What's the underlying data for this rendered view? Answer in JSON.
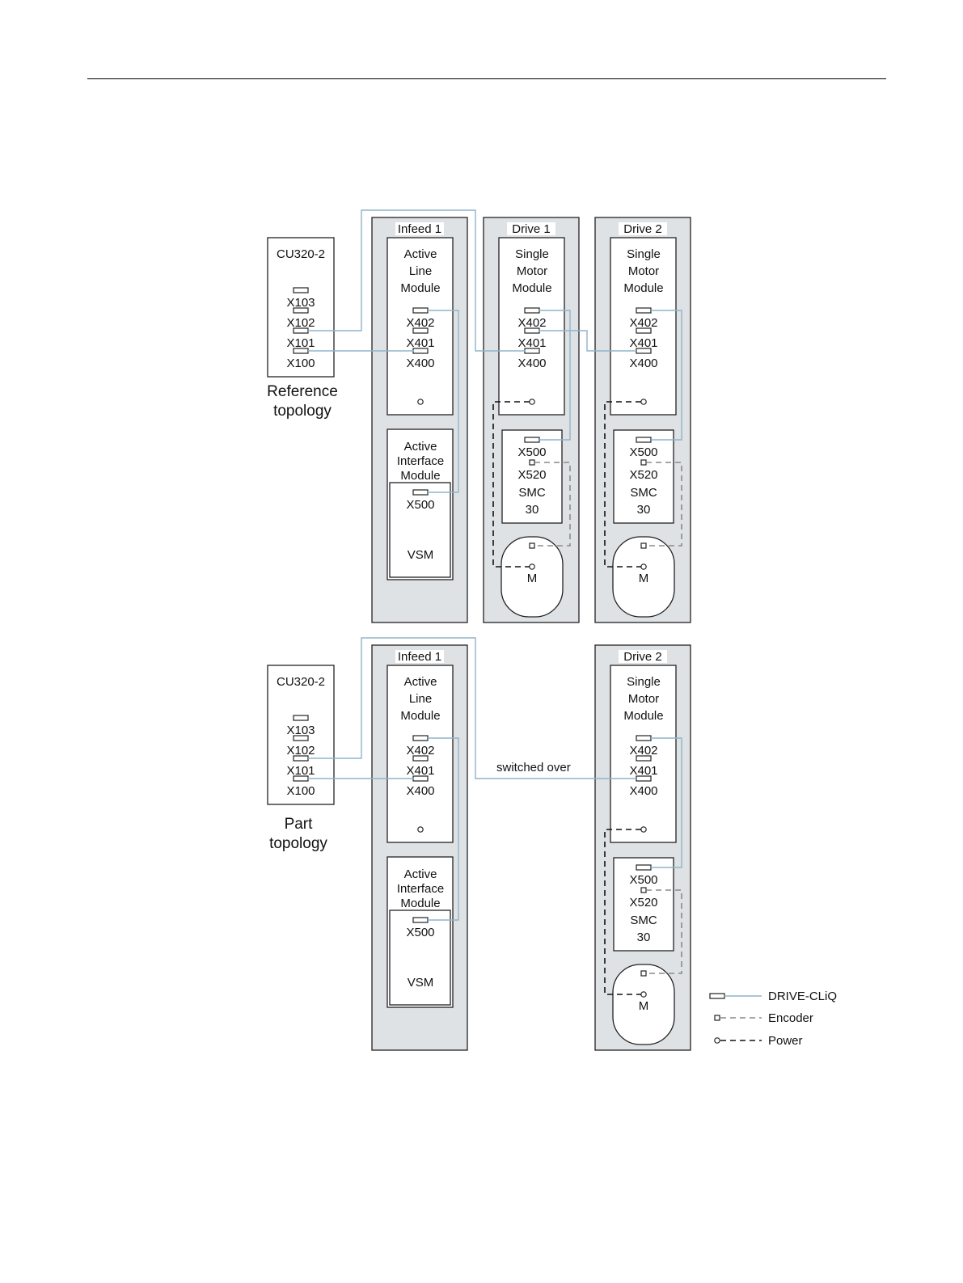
{
  "colors": {
    "page": "#ffffff",
    "panel": "#dfe2e5",
    "line": "#222222",
    "drivecliq": "#8fb3c9",
    "encoder": "#8a8a8a",
    "power": "#111111"
  },
  "reference": {
    "cu_title": "CU320-2",
    "cu_ports": [
      "X103",
      "X102",
      "X101",
      "X100"
    ],
    "caption_line1": "Reference",
    "caption_line2": "topology",
    "infeed": {
      "title": "Infeed 1",
      "alm": [
        "Active",
        "Line",
        "Module"
      ],
      "alm_ports": [
        "X402",
        "X401",
        "X400"
      ],
      "aim": [
        "Active",
        "Interface",
        "Module"
      ],
      "vsm_port": "X500",
      "vsm_label": "VSM"
    },
    "drive1": {
      "title": "Drive 1",
      "smm": [
        "Single",
        "Motor",
        "Module"
      ],
      "ports": [
        "X402",
        "X401",
        "X400"
      ],
      "smc_ports": [
        "X500",
        "X520"
      ],
      "smc_label": [
        "SMC",
        "30"
      ],
      "motor": "M"
    },
    "drive2": {
      "title": "Drive 2",
      "smm": [
        "Single",
        "Motor",
        "Module"
      ],
      "ports": [
        "X402",
        "X401",
        "X400"
      ],
      "smc_ports": [
        "X500",
        "X520"
      ],
      "smc_label": [
        "SMC",
        "30"
      ],
      "motor": "M"
    }
  },
  "part": {
    "cu_title": "CU320-2",
    "cu_ports": [
      "X103",
      "X102",
      "X101",
      "X100"
    ],
    "caption_line1": "Part",
    "caption_line2": "topology",
    "switched_label": "switched over",
    "infeed": {
      "title": "Infeed 1",
      "alm": [
        "Active",
        "Line",
        "Module"
      ],
      "alm_ports": [
        "X402",
        "X401",
        "X400"
      ],
      "aim": [
        "Active",
        "Interface",
        "Module"
      ],
      "vsm_port": "X500",
      "vsm_label": "VSM"
    },
    "drive2": {
      "title": "Drive 2",
      "smm": [
        "Single",
        "Motor",
        "Module"
      ],
      "ports": [
        "X402",
        "X401",
        "X400"
      ],
      "smc_ports": [
        "X500",
        "X520"
      ],
      "smc_label": [
        "SMC",
        "30"
      ],
      "motor": "M"
    }
  },
  "legend": {
    "drivecliq": "DRIVE-CLiQ",
    "encoder": "Encoder",
    "power": "Power"
  }
}
